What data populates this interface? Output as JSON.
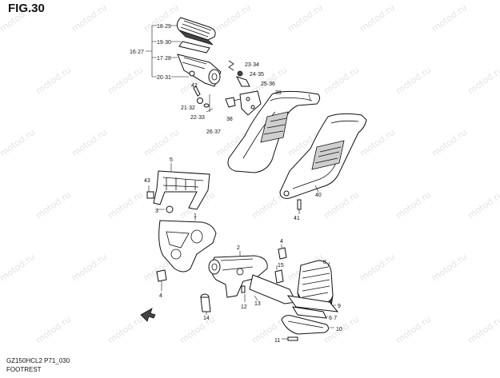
{
  "figure": {
    "title": "FIG.30",
    "model_code": "GZ150HCL2 P71_030",
    "name": "FOOTREST"
  },
  "watermark": {
    "text": "motod.ru"
  },
  "callouts": [
    {
      "id": "18_29",
      "text": "18·29"
    },
    {
      "id": "19_30",
      "text": "19·30"
    },
    {
      "id": "16_27",
      "text": "16·27"
    },
    {
      "id": "17_28",
      "text": "17·28"
    },
    {
      "id": "20_31",
      "text": "20·31"
    },
    {
      "id": "42",
      "text": "42"
    },
    {
      "id": "21_32",
      "text": "21·32"
    },
    {
      "id": "22_33",
      "text": "22·33"
    },
    {
      "id": "26_37",
      "text": "26·37"
    },
    {
      "id": "23_34",
      "text": "23·34"
    },
    {
      "id": "24_35",
      "text": "24·35"
    },
    {
      "id": "25_36",
      "text": "25·36"
    },
    {
      "id": "38",
      "text": "38"
    },
    {
      "id": "39",
      "text": "39"
    },
    {
      "id": "40",
      "text": "40"
    },
    {
      "id": "41",
      "text": "41"
    },
    {
      "id": "43",
      "text": "43"
    },
    {
      "id": "5",
      "text": "5"
    },
    {
      "id": "3",
      "text": "3"
    },
    {
      "id": "1",
      "text": "1"
    },
    {
      "id": "2",
      "text": "2"
    },
    {
      "id": "4a",
      "text": "4"
    },
    {
      "id": "4b",
      "text": "4"
    },
    {
      "id": "15",
      "text": "15"
    },
    {
      "id": "8",
      "text": "8"
    },
    {
      "id": "12",
      "text": "12"
    },
    {
      "id": "13",
      "text": "13"
    },
    {
      "id": "14",
      "text": "14"
    },
    {
      "id": "9",
      "text": "9"
    },
    {
      "id": "6_7",
      "text": "6·7"
    },
    {
      "id": "10",
      "text": "10"
    },
    {
      "id": "11",
      "text": "11"
    }
  ],
  "colors": {
    "line": "#111111",
    "watermark": "#e3e3e3",
    "shade": "#cfcfcf"
  }
}
